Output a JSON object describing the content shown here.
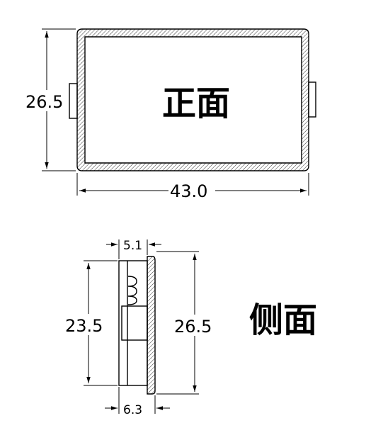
{
  "front_view": {
    "label": "正面",
    "height_dim": "26.5",
    "width_dim": "43.0"
  },
  "side_view": {
    "label": "侧面",
    "top_dim": "5.1",
    "inner_height_dim": "23.5",
    "outer_height_dim": "26.5",
    "bottom_dim": "6.3"
  }
}
